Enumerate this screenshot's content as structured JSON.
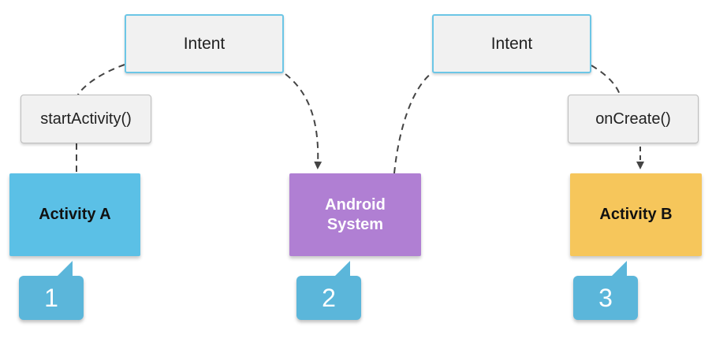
{
  "colors": {
    "activity_a": "#5bc0e6",
    "android_system": "#b07fd3",
    "activity_b": "#f6c65b",
    "badge": "#5bb6da",
    "intent_border": "#6cc6e6",
    "box_fill": "#f1f1f1",
    "connector": "#444444"
  },
  "intents": [
    {
      "label": "Intent"
    },
    {
      "label": "Intent"
    }
  ],
  "methods": {
    "start": "startActivity()",
    "create": "onCreate()"
  },
  "nodes": {
    "activity_a": {
      "label": "Activity A"
    },
    "android_system": {
      "line1": "Android",
      "line2": "System"
    },
    "activity_b": {
      "label": "Activity B"
    }
  },
  "steps": [
    "1",
    "2",
    "3"
  ]
}
